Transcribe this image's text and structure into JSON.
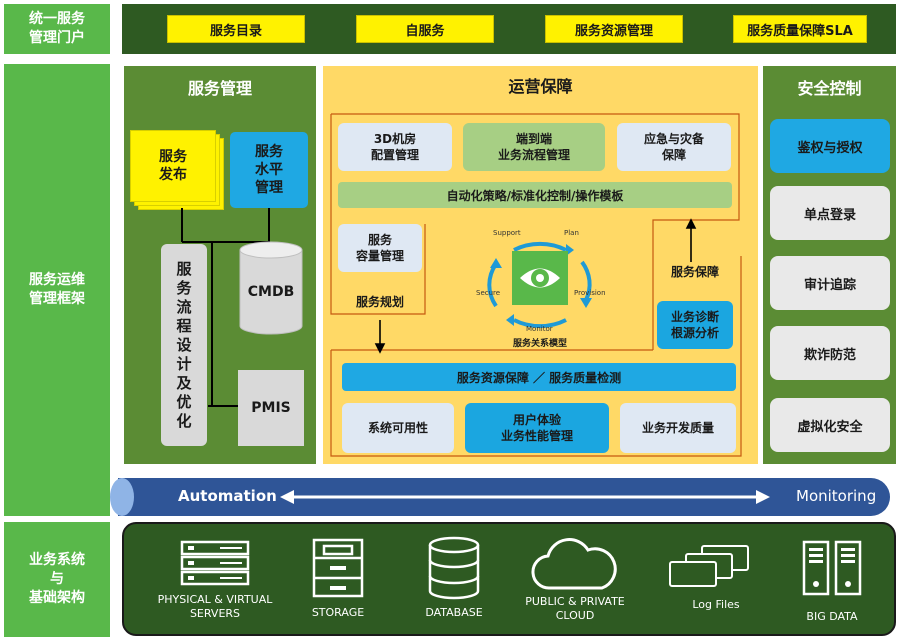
{
  "left_labels": {
    "portal": "统一服务\n管理门户",
    "framework": "服务运维\n管理框架",
    "infra": "业务系统\n与\n基础架构"
  },
  "top_bar": [
    "服务目录",
    "自服务",
    "服务资源管理",
    "服务质量保障SLA"
  ],
  "service_mgmt": {
    "title": "服务管理",
    "publish": "服务\n发布",
    "level": "服务\n水平\n管理",
    "flow": "服\n务\n流\n程\n设\n计\n及\n优\n化",
    "cmdb": "CMDB",
    "pmis": "PMIS"
  },
  "ops": {
    "title": "运营保障",
    "room": "3D机房\n配置管理",
    "e2e": "端到端\n业务流程管理",
    "emergency": "应急与灾备\n保障",
    "automation_bar": "自动化策略/标准化控制/操作模板",
    "capacity": "服务\n容量管理",
    "planning": "服务规划",
    "assurance": "服务保障",
    "diagnosis": "业务诊断\n根源分析",
    "model_label": "服务关系模型",
    "cycle": [
      "Support",
      "Plan",
      "Provision",
      "Monitor",
      "Secure"
    ],
    "resource_bar": "服务资源保障 ／ 服务质量检测",
    "availability": "系统可用性",
    "ux": "用户体验\n业务性能管理",
    "dev_quality": "业务开发质量"
  },
  "security": {
    "title": "安全控制",
    "items": [
      "鉴权与授权",
      "单点登录",
      "审计追踪",
      "欺诈防范",
      "虚拟化安全"
    ]
  },
  "pipe": {
    "left": "Automation",
    "right": "Monitoring"
  },
  "infra_items": [
    {
      "label": "PHYSICAL & VIRTUAL\nSERVERS",
      "icon": "server-icon"
    },
    {
      "label": "STORAGE",
      "icon": "storage-icon"
    },
    {
      "label": "DATABASE",
      "icon": "database-icon"
    },
    {
      "label": "PUBLIC & PRIVATE\nCLOUD",
      "icon": "cloud-icon"
    },
    {
      "label": "Log Files",
      "icon": "log-files-icon"
    },
    {
      "label": "BIG DATA",
      "icon": "big-data-icon"
    }
  ],
  "colors": {
    "green": "#59b84a",
    "dark_green": "#2e5a22",
    "yellow": "#fff200",
    "blue": "#1fa8e3"
  }
}
